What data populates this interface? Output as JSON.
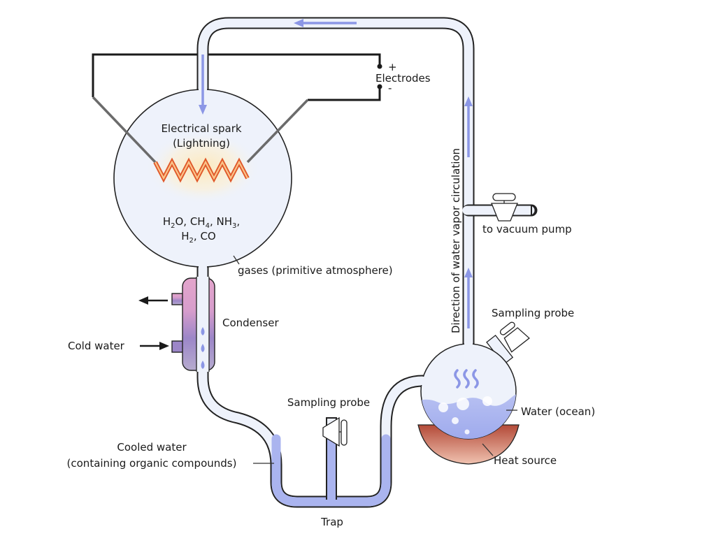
{
  "diagram": {
    "subject": "Miller-Urey experiment apparatus",
    "labels": {
      "electrodes": "Electrodes",
      "electrode_positive": "+",
      "electrode_negative": "-",
      "spark_line1": "Electrical spark",
      "spark_line2": "(Lightning)",
      "gases_line1_parts": [
        "H",
        "2",
        "O, CH",
        "4",
        ", NH",
        "3",
        ","
      ],
      "gases_line2_parts": [
        "H",
        "2",
        ", CO"
      ],
      "gases_caption": "gases (primitive atmosphere)",
      "condenser": "Condenser",
      "cold_water": "Cold water",
      "cooled_water_line1": "Cooled water",
      "cooled_water_line2": "(containing organic compounds)",
      "sampling_probe_trap": "Sampling probe",
      "trap": "Trap",
      "sampling_probe_flask": "Sampling probe",
      "water_ocean": "Water (ocean)",
      "heat_source": "Heat source",
      "vacuum_pump": "to vacuum pump",
      "vapor_direction": "Direction of water vapor circulation"
    },
    "colors": {
      "glass": "#eef2fb",
      "glass_outline": "#222222",
      "water": "#aab4ef",
      "flow_arrow": "#8c97e6",
      "spark": "#f08a3c",
      "spark_glow": "#fde7b8",
      "condenser_top": "#e3a5cc",
      "condenser_bottom": "#9c86c8",
      "heat_source_top": "#b34a38",
      "heat_source_bottom": "#f0c2b0",
      "wire": "#1a1a1a"
    }
  }
}
